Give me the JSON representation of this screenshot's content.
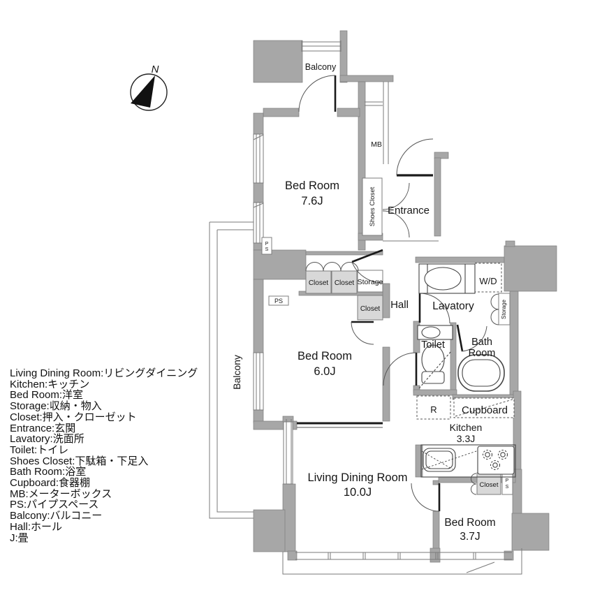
{
  "compass": {
    "north_label": "N"
  },
  "plan": {
    "rooms": {
      "balcony_top": {
        "label": "Balcony"
      },
      "bedroom_76": {
        "name": "Bed Room",
        "size": "7.6J"
      },
      "mb": {
        "label": "MB"
      },
      "shoes_closet": {
        "label": "Shoes Closet"
      },
      "entrance": {
        "label": "Entrance"
      },
      "closet_1": {
        "label": "Closet"
      },
      "closet_2": {
        "label": "Closet"
      },
      "storage_top": {
        "label": "Storage"
      },
      "closet_3": {
        "label": "Closet"
      },
      "hall": {
        "label": "Hall"
      },
      "lavatory": {
        "label": "Lavatory"
      },
      "wd": {
        "label": "W/D"
      },
      "storage_side": {
        "label": "Storage"
      },
      "toilet": {
        "label": "Toilet"
      },
      "bathroom": {
        "line1": "Bath",
        "line2": "Room"
      },
      "refrigerator": {
        "label": "R"
      },
      "cupboard": {
        "label": "Cupboard"
      },
      "kitchen": {
        "name": "Kitchen",
        "size": "3.3J"
      },
      "bedroom_60": {
        "name": "Bed Room",
        "size": "6.0J"
      },
      "ldr": {
        "name": "Living Dining Room",
        "size": "10.0J"
      },
      "bedroom_37": {
        "name": "Bed Room",
        "size": "3.7J"
      },
      "closet_kitchen": {
        "label": "Closet"
      },
      "ps_top": {
        "l1": "P",
        "l2": "S"
      },
      "ps_mid": {
        "label": "PS"
      },
      "ps_kitchen": {
        "l1": "P",
        "l2": "S"
      },
      "balcony_left": {
        "label": "Balcony"
      }
    }
  },
  "legend": {
    "lines": [
      "Living Dining Room:リビングダイニング",
      "Kitchen:キッチン",
      "Bed Room:洋室",
      "Storage:収納・物入",
      "Closet:押入・クローゼット",
      "Entrance:玄関",
      "Lavatory:洗面所",
      "Toilet:トイレ",
      "Shoes Closet:下駄箱・下足入",
      "Bath Room:浴室",
      "Cupboard:食器棚",
      "MB:メーターボックス",
      "PS:パイプスペース",
      "Balcony:バルコニー",
      "Hall:ホール",
      "J:畳"
    ]
  },
  "colors": {
    "wall": "#a7a7a7",
    "closet_fill": "#d8d8d8",
    "line": "#777777",
    "text": "#161616"
  }
}
